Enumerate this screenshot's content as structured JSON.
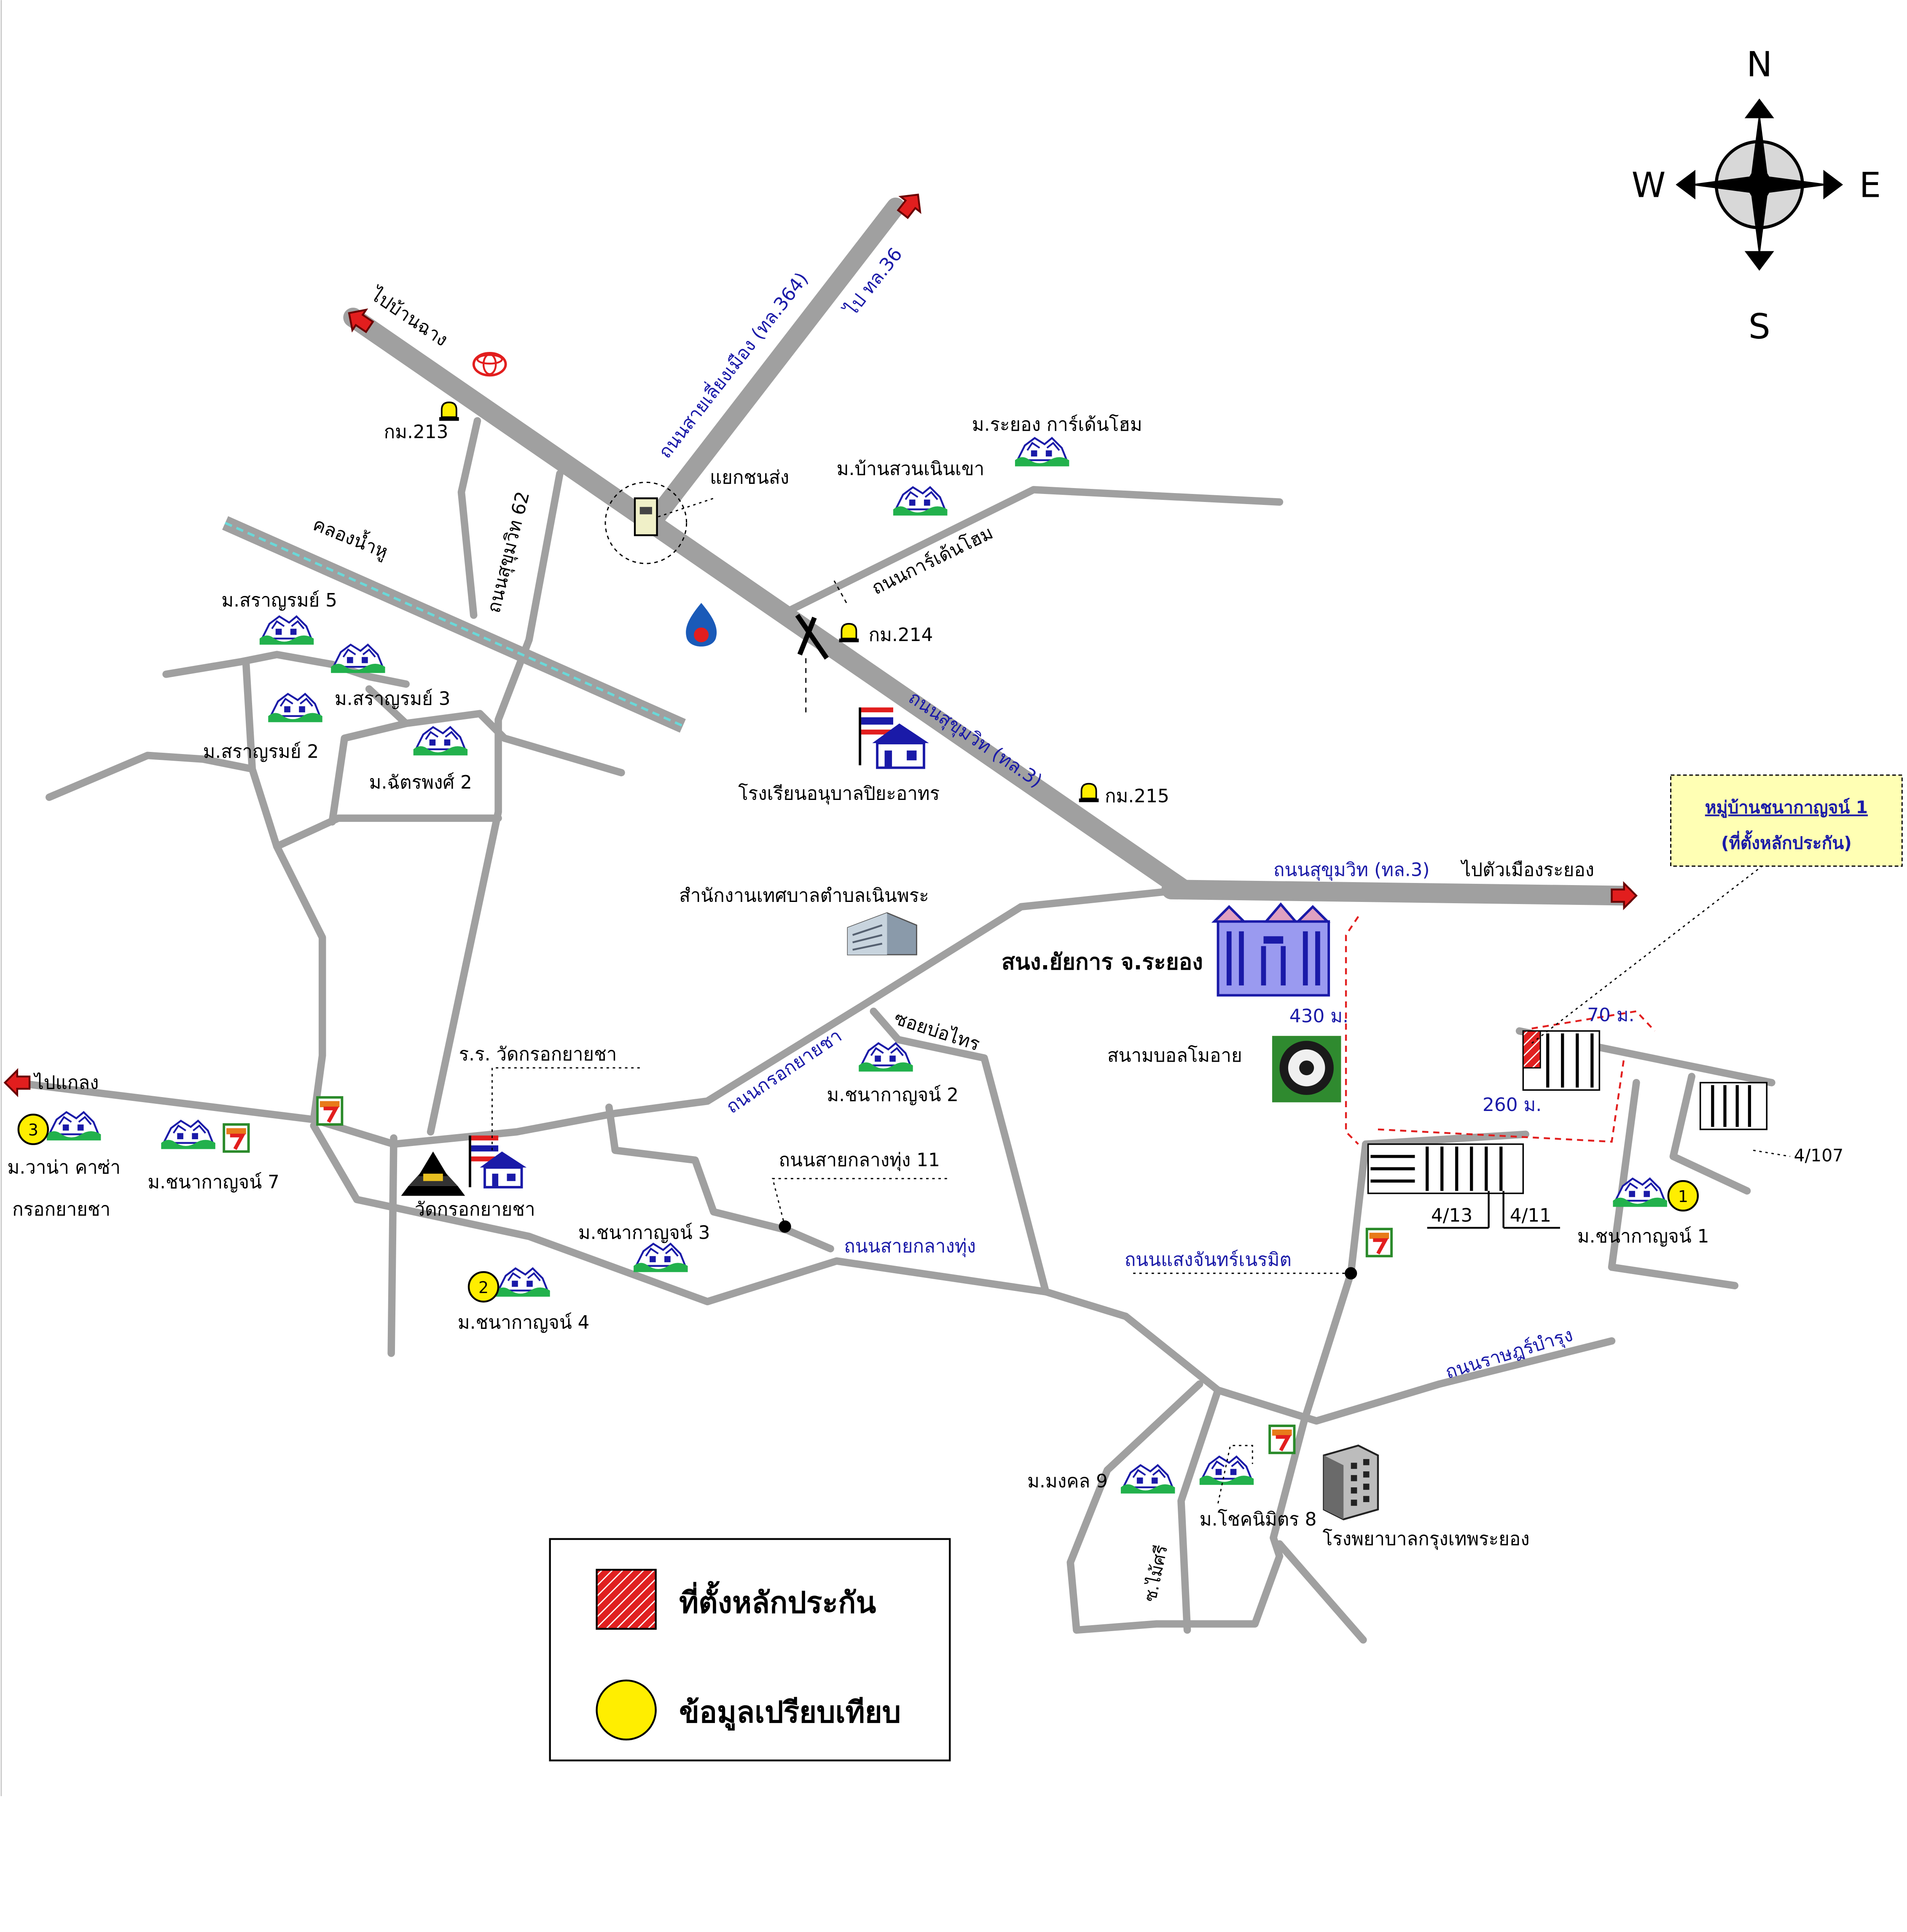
{
  "compass": {
    "n": "N",
    "s": "S",
    "e": "E",
    "w": "W"
  },
  "roads": {
    "sukhumvit_diag": "ถนนสุขุมวิท (ทล.3)",
    "sukhumvit_east": "ถนนสุขุมวิท (ทล.3)",
    "to_rayong_city": "ไปตัวเมืองระยอง",
    "sai_lieng_mueang": "ถนนสายเลี่ยงเมือง (ทล.364)",
    "to_tl36": "ไป ทล.36",
    "to_ban_chang": "ไปบ้านฉาง",
    "to_klaeng": "ไปแกลง",
    "sukhumvit_62": "ถนนสุขุมวิท 62",
    "garden_home": "ถนนการ์เด้นโฮม",
    "krok_yai_cha": "ถนนกรอกยายชา",
    "soi_bo_thong": "ซอยบ่อไทร",
    "klang_thung_11": "ถนนสายกลางทุ่ง 11",
    "klang_thung": "ถนนสายกลางทุ่ง",
    "saeng_chan_nimit": "ถนนแสงจันทร์เนรมิต",
    "ratbamrung": "ถนนราษฎร์บำรุง",
    "canal": "คลองน้ำหู",
    "soi_mai_sri": "ซ.ไม้ศรี"
  },
  "landmarks": {
    "km213": "กม.213",
    "km214": "กม.214",
    "km215": "กม.215",
    "junction": "แยกชนส่ง",
    "school_anuban": "โรงเรียนอนุบาลปิยะอาทร",
    "municipal_office": "สำนักงานเทศบาลตำบลเนินพระ",
    "sanong_yokan": "สนง.ยัยการ จ.ระยอง",
    "football": "สนามบอลโมอาย",
    "wat_school": "ร.ร. วัดกรอกยายชา",
    "wat": "วัดกรอกยายชา",
    "hospital": "โรงพยาบาลกรุงเทพระยอง"
  },
  "villages": {
    "rayong_garden_home": "ม.ระยอง การ์เด้นโฮม",
    "ban_suan_noen_khao": "ม.บ้านสวนเนินเขา",
    "saranrom_5": "ม.สราญรมย์ 5",
    "saranrom_3": "ม.สราญรมย์ 3",
    "saranrom_2": "ม.สราญรมย์ 2",
    "chatchaphong_2": "ม.ฉัตรพงศ์ 2",
    "chanakan_2": "ม.ชนากาญจน์ 2",
    "chanakan_7": "ม.ชนากาญจน์ 7",
    "chanakan_3": "ม.ชนากาญจน์ 3",
    "chanakan_4": "ม.ชนากาญจน์ 4",
    "chanakan_1": "ม.ชนากาญจน์ 1",
    "wana_casa_1": "ม.วาน่า คาซ่า",
    "wana_casa_2": "กรอกยายชา",
    "mongkhon_9": "ม.มงคล 9",
    "chok_nimit_8": "ม.โชคนิมิตร 8"
  },
  "distances": {
    "d430": "430 ม.",
    "d70": "70 ม.",
    "d260": "260 ม."
  },
  "plots": {
    "p4_13": "4/13",
    "p4_11": "4/11",
    "p4_107": "4/107"
  },
  "callout": {
    "line1": "หมู่บ้านชนากาญจน์ 1",
    "line2": "(ที่ตั้งหลักประกัน)"
  },
  "markers": {
    "m1": "1",
    "m2": "2",
    "m3": "3"
  },
  "legend": {
    "collateral": "ที่ตั้งหลักประกัน",
    "comparison": "ข้อมูลเปรียบเทียบ"
  },
  "colors": {
    "road": "#a0a0a0",
    "road_label": "#1a1aa8",
    "arrow": "#e21e1e",
    "marker": "#ffee00",
    "collateral": "#e02020",
    "callout_bg": "#ffffb4"
  }
}
